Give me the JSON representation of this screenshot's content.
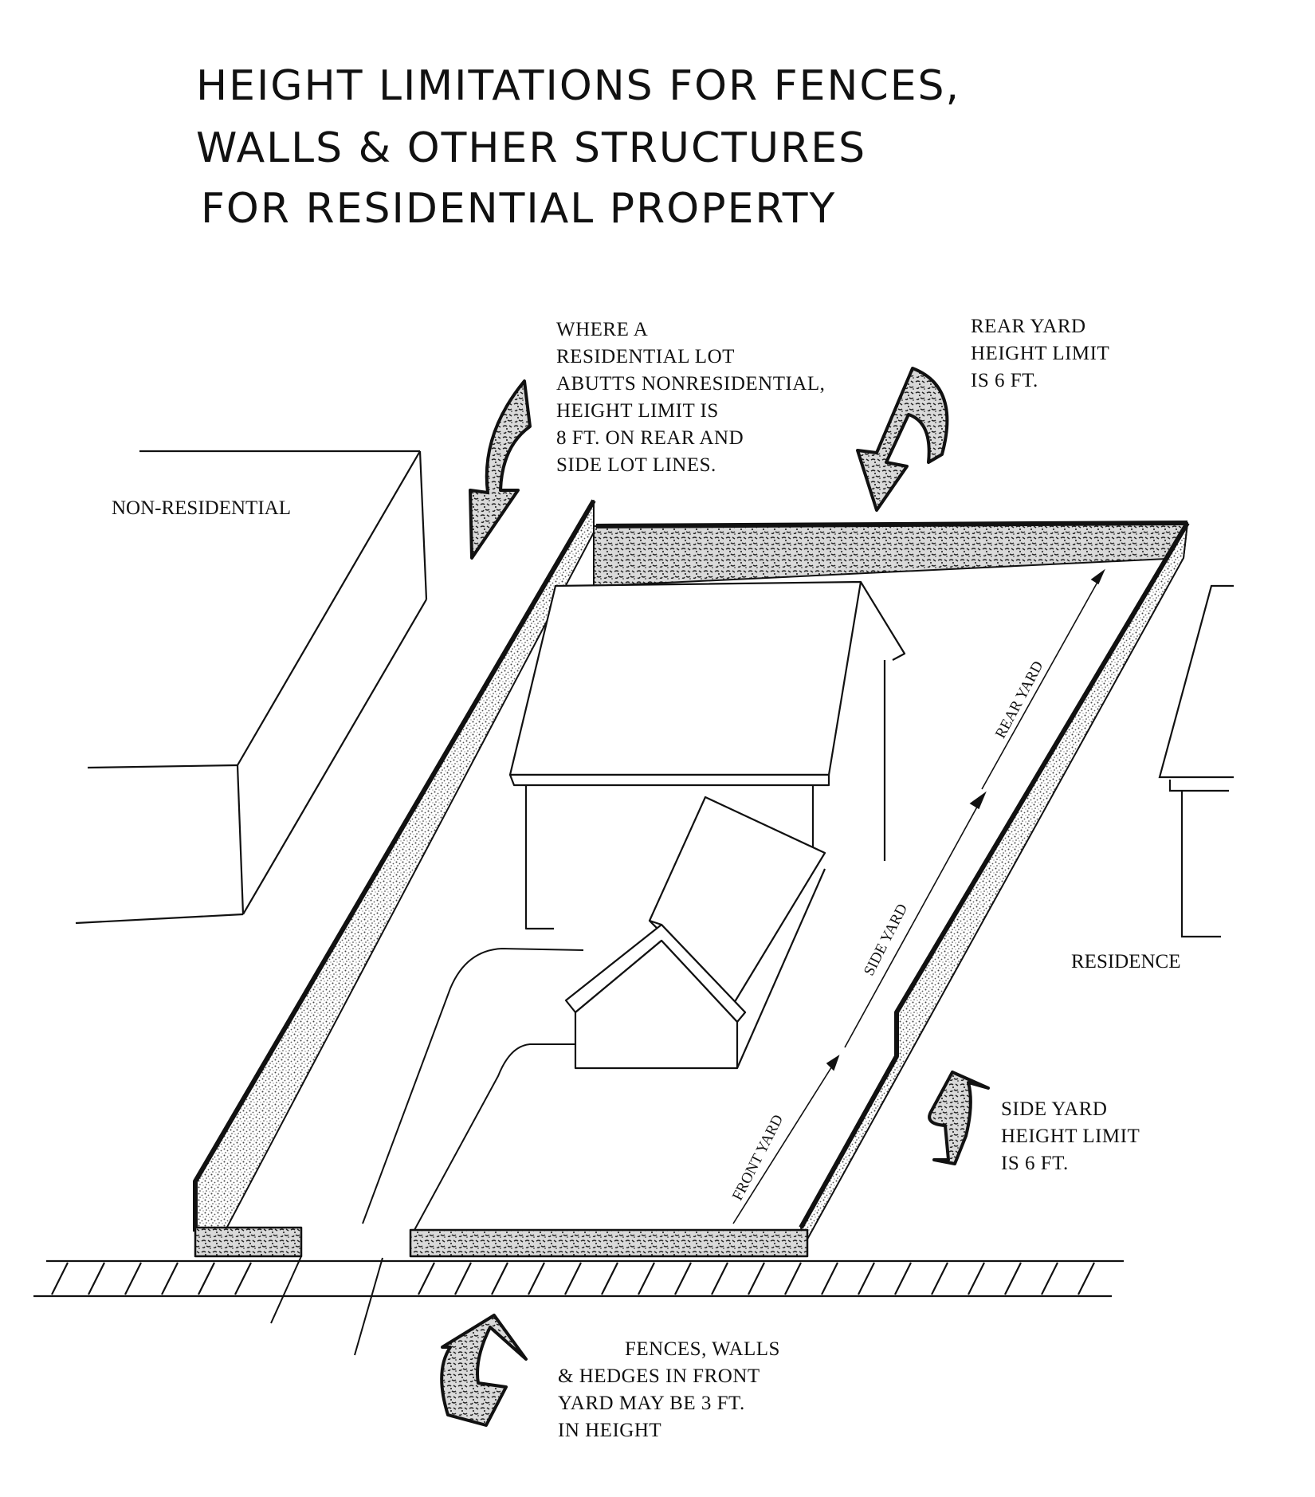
{
  "title": {
    "lines": [
      "HEIGHT LIMITATIONS FOR FENCES,",
      "WALLS &  OTHER STRUCTURES",
      "FOR RESIDENTIAL PROPERTY"
    ]
  },
  "callouts": {
    "nonresidential_abut": [
      "WHERE A",
      "RESIDENTIAL LOT",
      "ABUTTS NONRESIDENTIAL,",
      "HEIGHT LIMIT IS",
      "8 FT. ON REAR AND",
      "SIDE LOT LINES."
    ],
    "rear_yard": [
      "REAR YARD",
      "HEIGHT LIMIT",
      "IS 6 FT."
    ],
    "side_yard": [
      "SIDE YARD",
      "HEIGHT LIMIT",
      "IS 6 FT."
    ],
    "front_yard": [
      "FENCES, WALLS",
      "& HEDGES IN FRONT",
      "YARD MAY BE 3 FT.",
      "IN HEIGHT"
    ]
  },
  "labels": {
    "non_residential": "NON-RESIDENTIAL",
    "residence": "RESIDENCE",
    "rear_yard": "REAR YARD",
    "side_yard": "SIDE YARD",
    "front_yard": "FRONT YARD"
  },
  "limits": {
    "nonresidential_rear_and_side_ft": 8,
    "rear_yard_ft": 6,
    "side_yard_ft": 6,
    "front_yard_ft": 3
  }
}
